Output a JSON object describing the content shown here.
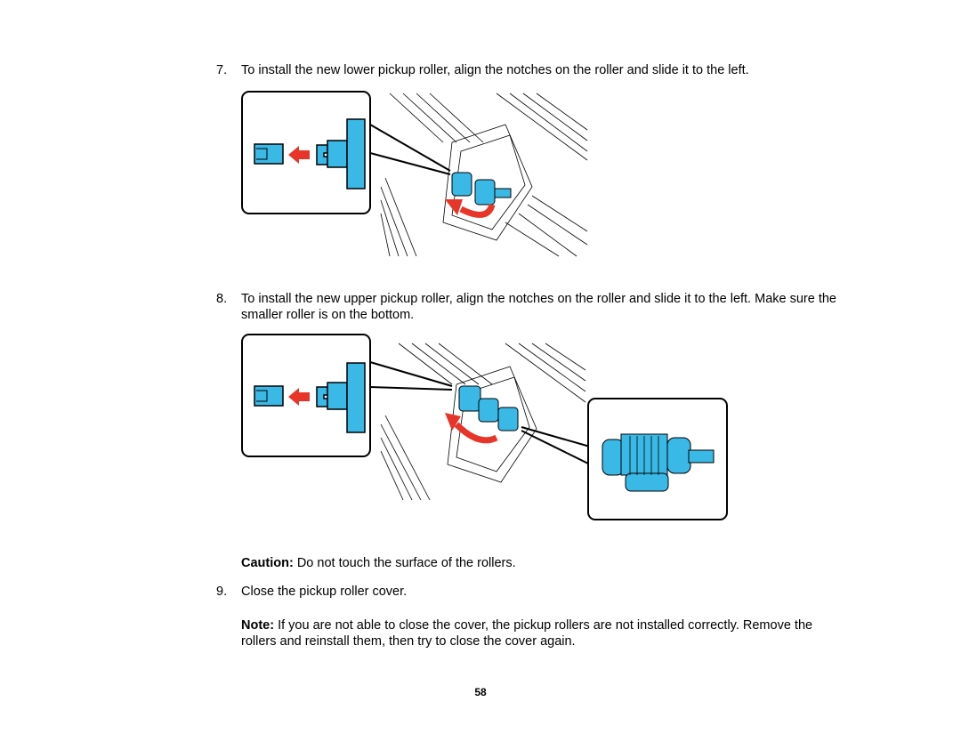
{
  "steps": [
    {
      "number": "7.",
      "text": "To install the new lower pickup roller, align the notches on the roller and slide it to the left."
    },
    {
      "number": "8.",
      "text": "To install the new upper pickup roller, align the notches on the roller and slide it to the left. Make sure the smaller roller is on the bottom."
    },
    {
      "number": "9.",
      "text": "Close the pickup roller cover."
    }
  ],
  "caution": {
    "label": "Caution:",
    "text": " Do not touch the surface of the rollers."
  },
  "note": {
    "label": "Note:",
    "text": " If you are not able to close the cover, the pickup rollers are not installed correctly. Remove the rollers and reinstall them, then try to close the cover again."
  },
  "page_number": "58",
  "colors": {
    "roller": "#3ab8e6",
    "arrow": "#e8352a",
    "line": "#000000"
  },
  "figures": [
    {
      "name": "lower-roller-install-illustration",
      "icons": [
        "roller-notch-detail-icon",
        "left-arrow-icon",
        "pickup-roller-icon"
      ]
    },
    {
      "name": "upper-roller-install-illustration",
      "icons": [
        "roller-notch-detail-icon",
        "left-arrow-icon",
        "pickup-roller-icon",
        "roller-closeup-icon"
      ]
    }
  ]
}
